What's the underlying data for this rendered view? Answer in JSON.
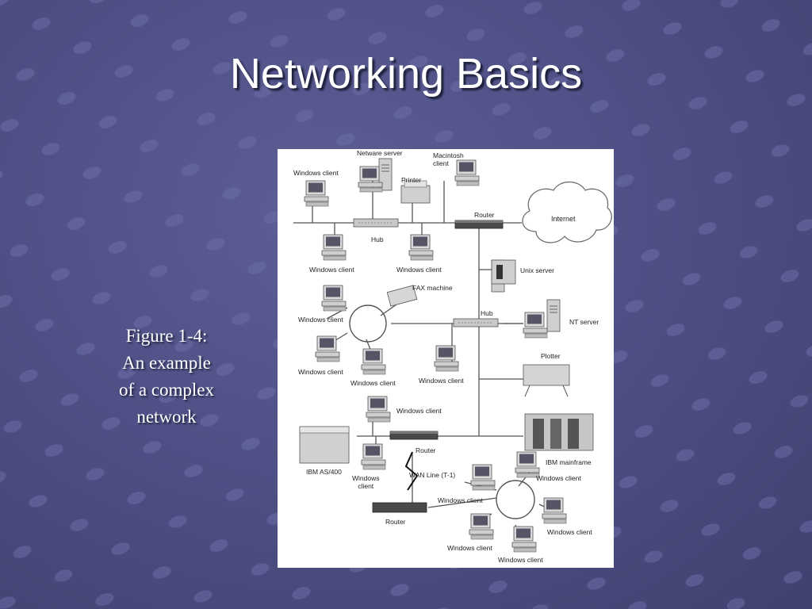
{
  "slide": {
    "title": "Networking Basics",
    "caption_lines": [
      "Figure 1-4:",
      "An example",
      "of a complex",
      "network"
    ]
  },
  "figure": {
    "labels": {
      "netware_server": "Netware server",
      "macintosh_client": "Macintosh\nclient",
      "printer": "Printer",
      "windows_client_top": "Windows client",
      "router_top": "Router",
      "internet": "Internet",
      "hub_top": "Hub",
      "windows_client_2": "Windows client",
      "windows_client_3": "Windows client",
      "unix_server": "Unix server",
      "fax_machine": "FAX machine",
      "windows_client_ring1": "Windows client",
      "hub_mid": "Hub",
      "nt_server": "NT server",
      "windows_client_ring2": "Windows client",
      "windows_client_ring3": "Windows client",
      "windows_client_hub": "Windows client",
      "plotter": "Plotter",
      "windows_client_router": "Windows client",
      "ibm_mainframe": "IBM mainframe",
      "router_mid": "Router",
      "ibm_as400": "IBM AS/400",
      "windows_client_as400": "Windows\nclient",
      "wan_line": "WAN Line (T-1)",
      "windows_client_r1": "Windows client",
      "windows_client_r2": "Windows client",
      "router_bottom": "Router",
      "windows_client_r3": "Windows client",
      "windows_client_r4": "Windows client",
      "windows_client_r5": "Windows client"
    }
  },
  "colors": {
    "background": "#4f5186",
    "dot": "#6a6ca3",
    "text": "#ffffff"
  }
}
